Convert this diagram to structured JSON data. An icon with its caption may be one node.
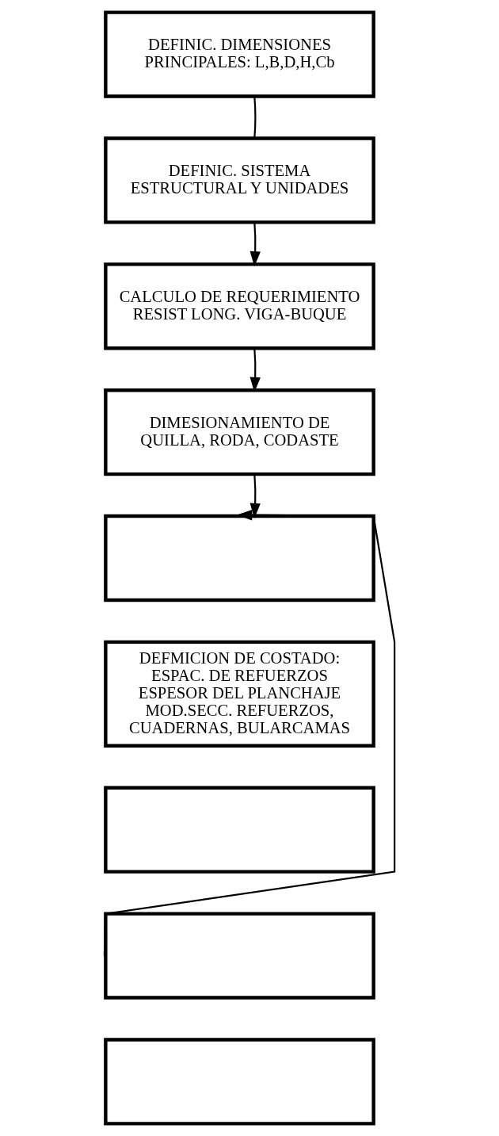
{
  "diagram": {
    "nodes": [
      {
        "text": [
          "DEFINIC. DIMENSIONES PRINCIPALES: L,B,D,H,Cb"
        ]
      },
      {
        "text": [
          "DEFINIC. SISTEMA ESTRUCTURAL Y UNIDADES"
        ]
      },
      {
        "text": [
          "CALCULO DE REQUERIMIENTO RESIST LONG. VIGA-BUQUE"
        ]
      },
      {
        "text": [
          "DIMESIONAMIENTO DE QUILLA, RODA, CODASTE"
        ]
      },
      {
        "text": [],
        "shape": "box"
      },
      {
        "text": [
          "DEFMICION DE COSTADO: ESPAC. DE REFUERZOS ESPESOR DEL PLANCHAJE MOD.SECC. REFUERZOS, CUADERNAS, BULARCAMAS"
        ]
      },
      {
        "text": [],
        "shape": "box"
      },
      {
        "text": [],
        "shape": "box"
      },
      {
        "text": [],
        "shape": "box"
      }
    ],
    "edges": [
      {
        "from": 0,
        "to": 1,
        "arrow": "none"
      },
      {
        "from": 1,
        "to": 2,
        "arrow": "to"
      },
      {
        "from": 2,
        "to": 3,
        "arrow": "to"
      },
      {
        "from": 3,
        "to": 4,
        "arrow": "to"
      },
      {
        "from": 7,
        "to": 4,
        "arrow": "to"
      }
    ]
  }
}
